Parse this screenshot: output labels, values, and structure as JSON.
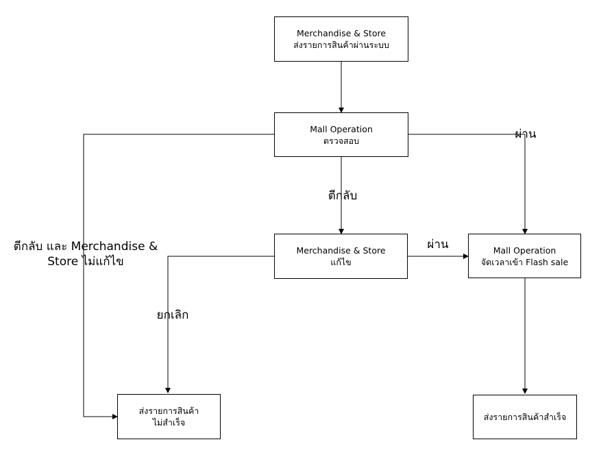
{
  "nodes": {
    "submit": {
      "line1": "Merchandise & Store",
      "line2": "ส่งรายการสินค้าผ่านระบบ"
    },
    "review": {
      "line1": "Mall Operation",
      "line2": "ตรวจสอบ"
    },
    "fix": {
      "line1": "Merchandise & Store",
      "line2": "แก้ไข"
    },
    "schedule": {
      "line1": "Mall Operation",
      "line2": "จัดเวลาเข้า Flash sale"
    },
    "failed": {
      "line1": "ส่งรายการสินค้า",
      "line2": "ไม่สำเร็จ"
    },
    "success": {
      "line1": "ส่งรายการสินค้าสำเร็จ"
    }
  },
  "labels": {
    "pass_review": "ผ่าน",
    "reject": "ตีกลับ",
    "reject_not_fixed_line1": "ตีกลับ และ Merchandise &",
    "reject_not_fixed_line2": "Store ไม่แก้ไข",
    "pass_fix": "ผ่าน",
    "cancel": "ยกเลิก"
  }
}
